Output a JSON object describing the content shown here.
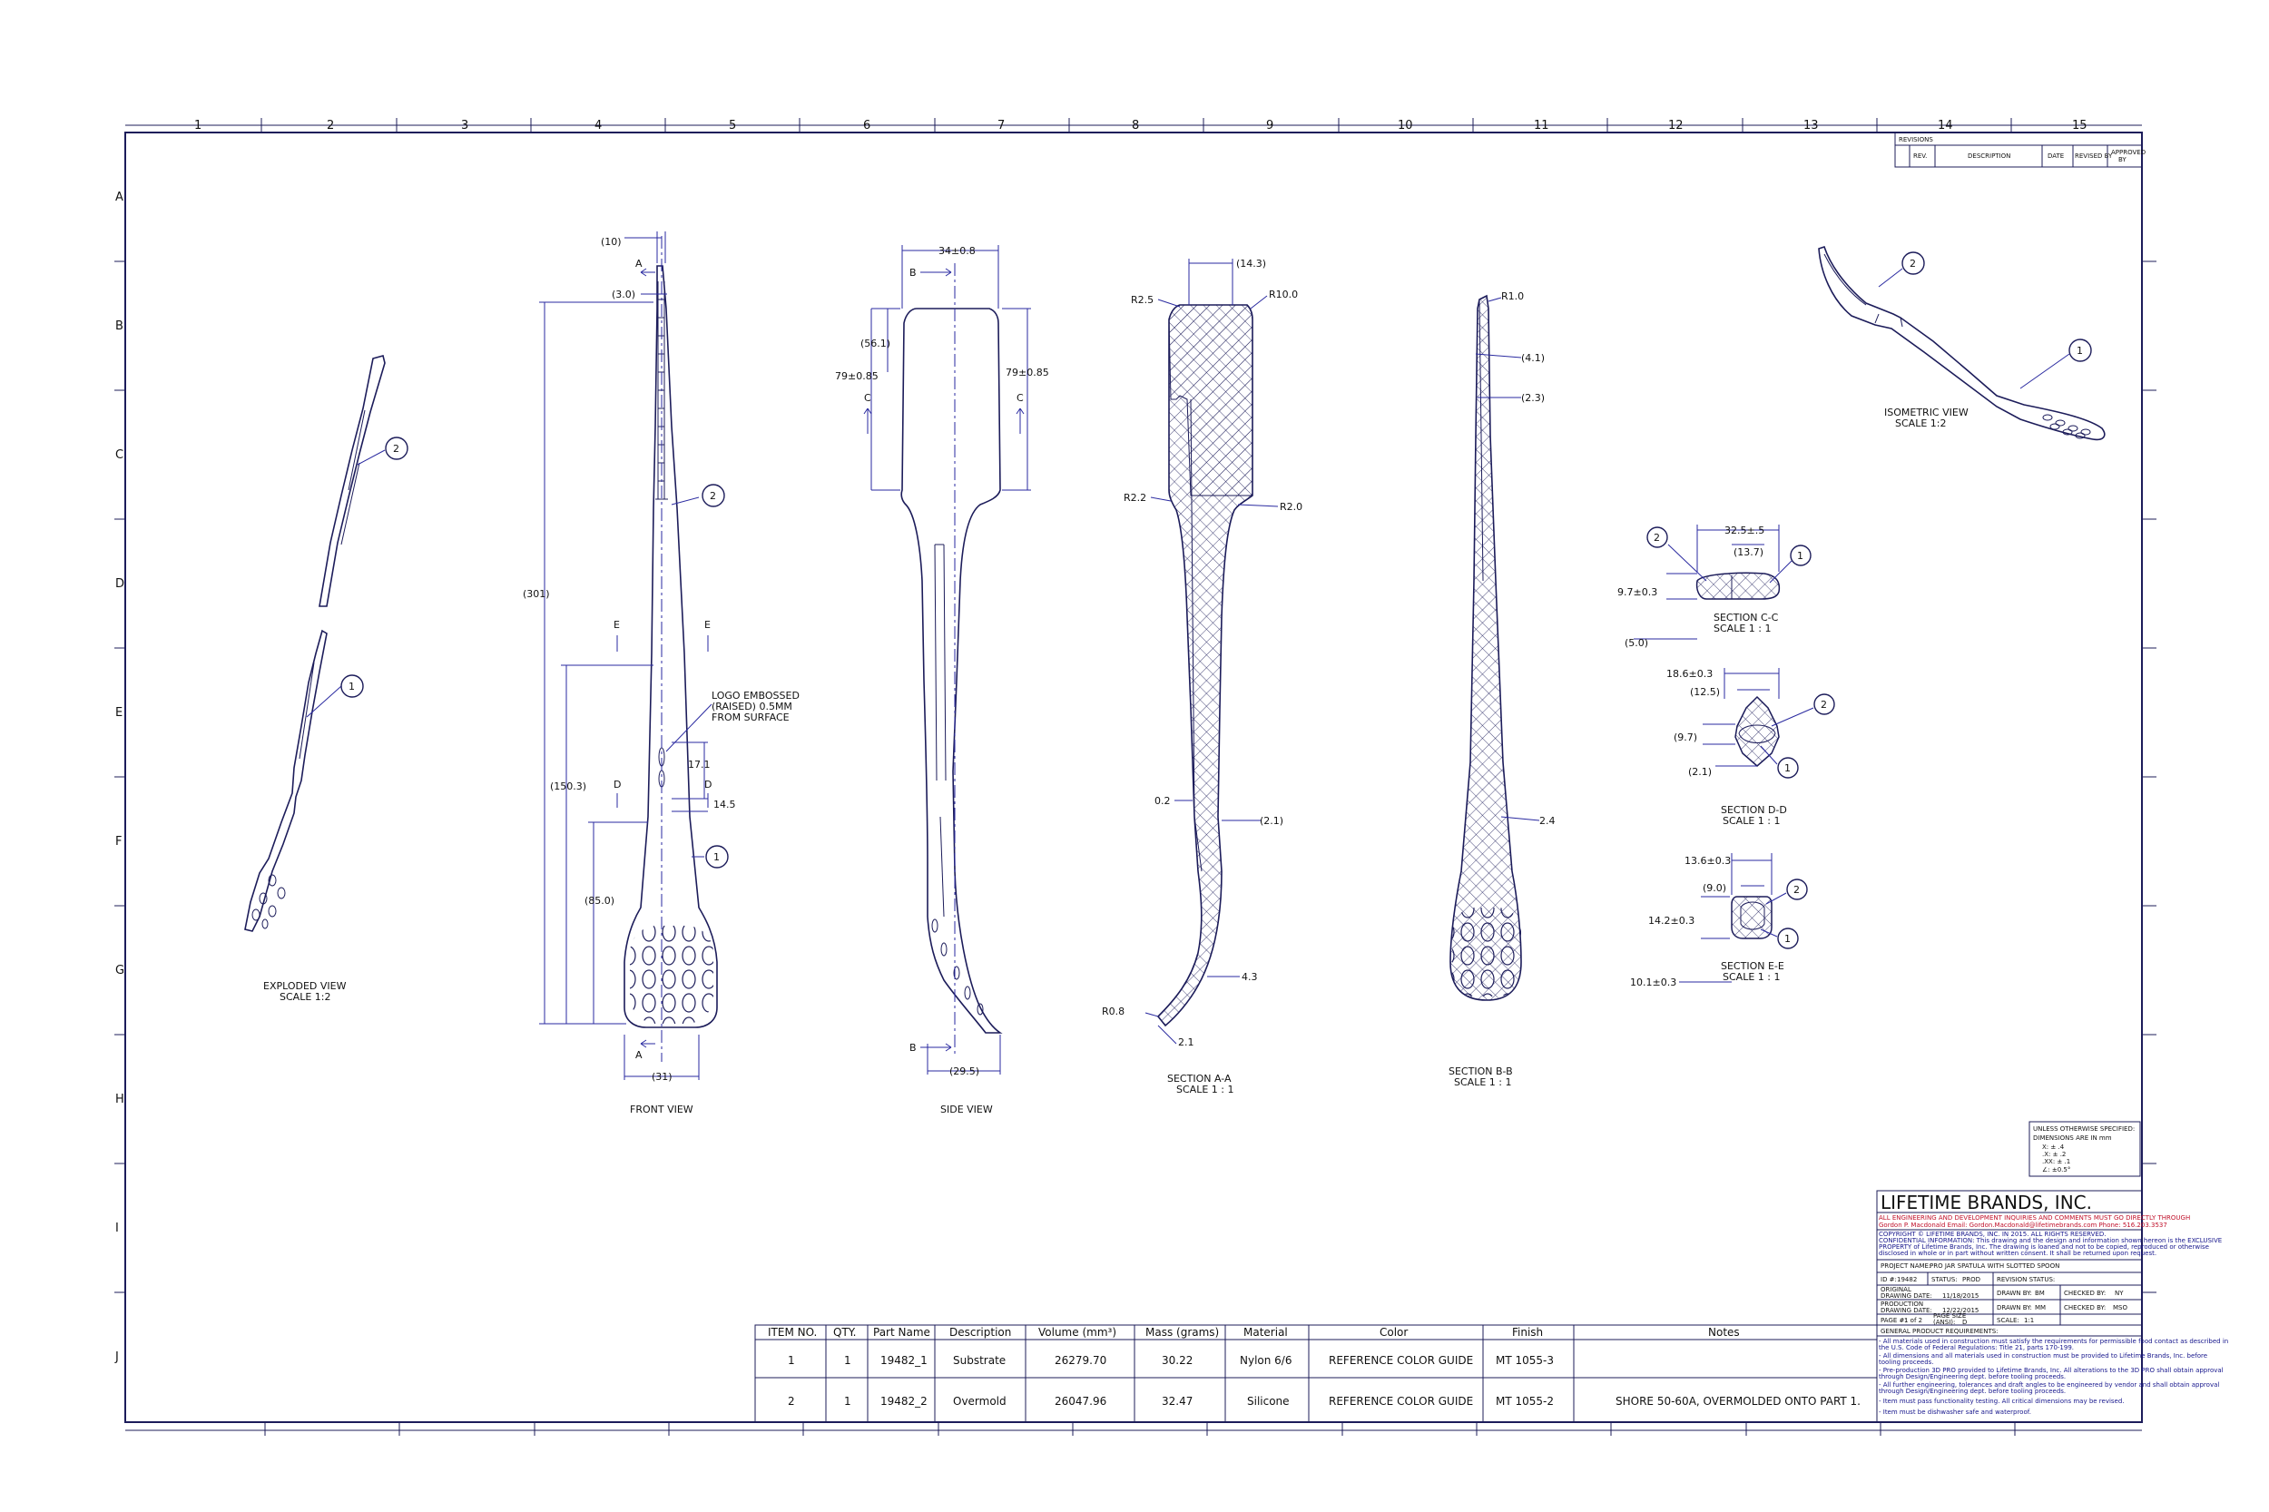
{
  "zones": {
    "cols": [
      "1",
      "2",
      "3",
      "4",
      "5",
      "6",
      "7",
      "8",
      "9",
      "10",
      "11",
      "12",
      "13",
      "14",
      "15"
    ],
    "rows": [
      "A",
      "B",
      "C",
      "D",
      "E",
      "F",
      "G",
      "H",
      "I",
      "J"
    ]
  },
  "views": {
    "exploded": {
      "label": "EXPLODED VIEW",
      "scale": "SCALE 1:2"
    },
    "front": {
      "label": "FRONT VIEW"
    },
    "side": {
      "label": "SIDE VIEW"
    },
    "section_aa": {
      "label": "SECTION A-A",
      "scale": "SCALE 1 : 1"
    },
    "section_bb": {
      "label": "SECTION B-B",
      "scale": "SCALE 1 : 1"
    },
    "section_cc": {
      "label": "SECTION C-C",
      "scale": "SCALE 1 : 1"
    },
    "section_dd": {
      "label": "SECTION D-D",
      "scale": "SCALE 1 : 1"
    },
    "section_ee": {
      "label": "SECTION E-E",
      "scale": "SCALE 1 : 1"
    },
    "isometric": {
      "label": "ISOMETRIC VIEW",
      "scale": "SCALE 1:2"
    }
  },
  "balloons": {
    "one": "1",
    "two": "2"
  },
  "dims": {
    "front": {
      "top10": "(10)",
      "w3": "(3.0)",
      "len301": "(301)",
      "len150": "(150.3)",
      "len85": "(85.0)",
      "w31": "(31)",
      "d17": "17.1",
      "d14": "14.5",
      "logo1": "LOGO EMBOSSED",
      "logo2": "(RAISED) 0.5MM",
      "logo3": "FROM SURFACE"
    },
    "side": {
      "w34": "34±0.8",
      "h56": "(56.1)",
      "h79l": "79±0.85",
      "h79r": "79±0.85",
      "w29": "(29.5)"
    },
    "aa": {
      "t14": "(14.3)",
      "r25": "R2.5",
      "r100": "R10.0",
      "r22": "R2.2",
      "r20": "R2.0",
      "d02": "0.2",
      "d21": "(2.1)",
      "d43": "4.3",
      "r08": "R0.8",
      "d21b": "2.1"
    },
    "bb": {
      "r10": "R1.0",
      "d41": "(4.1)",
      "d23": "(2.3)",
      "d24": "2.4"
    },
    "cc": {
      "w325": "32.5±.5",
      "w137": "(13.7)",
      "h97": "9.7±0.3",
      "h50": "(5.0)"
    },
    "dd": {
      "w186": "18.6±0.3",
      "w125": "(12.5)",
      "h97": "(9.7)",
      "w21": "(2.1)"
    },
    "ee": {
      "w136": "13.6±0.3",
      "w90": "(9.0)",
      "h142": "14.2±0.3",
      "h101": "10.1±0.3"
    }
  },
  "section_letters": {
    "a": "A",
    "b": "B",
    "c": "C",
    "d": "D",
    "e": "E"
  },
  "revisions": {
    "title": "REVISIONS",
    "rev": "REV.",
    "desc": "DESCRIPTION",
    "date": "DATE",
    "revised": "REVISED BY",
    "approved1": "APPROVED",
    "approved2": "BY"
  },
  "tolerance": {
    "l1": "UNLESS OTHERWISE SPECIFIED:",
    "l2": "DIMENSIONS ARE IN mm",
    "l3": "X: ± .4",
    "l4": ".X: ± .2",
    "l5": ".XX: ± .1",
    "l6": "∠: ±0.5°"
  },
  "title_block": {
    "company": "LIFETIME BRANDS, INC.",
    "notice1": "ALL ENGINEERING AND DEVELOPMENT INQUIRIES AND COMMENTS MUST GO DIRECTLY THROUGH",
    "notice2": "Gordon P. Macdonald     Email: Gordon.Macdonald@lifetimebrands.com     Phone: 516.203.3537",
    "conf1": "COPYRIGHT © LIFETIME BRANDS, INC. IN 2015. ALL RIGHTS RESERVED.",
    "conf2": "CONFIDENTIAL INFORMATION: This drawing and the design and information shown hereon is the EXCLUSIVE",
    "conf3": "PROPERTY of Lifetime Brands, Inc. The drawing is loaned and not to be copied, reproduced or otherwise",
    "conf4": "disclosed in whole or in part without written consent. It shall be returned upon request.",
    "project_label": "PROJECT NAME:",
    "project": "PRO JAR SPATULA WITH SLOTTED SPOON",
    "id_label": "ID #:",
    "id": "19482",
    "status_label": "STATUS:",
    "status": "PROD",
    "revstatus_label": "REVISION STATUS:",
    "orig_label1": "ORIGINAL",
    "orig_label2": "DRAWING DATE:",
    "orig_date": "11/18/2015",
    "drawn_label": "DRAWN BY:",
    "drawn": "BM",
    "checked_label": "CHECKED BY:",
    "checked": "NY",
    "prod_label1": "PRODUCTION",
    "prod_label2": "DRAWING DATE:",
    "prod_date": "12/22/2015",
    "drawn2": "MM",
    "checked2": "MSO",
    "page_label": "PAGE #:",
    "page": "1 of 2",
    "pagesize_label1": "PAGE SIZE",
    "pagesize_label2": "(ANSI):",
    "pagesize": "D",
    "scale_label": "SCALE:",
    "scale": "1:1",
    "req_title": "GENERAL PRODUCT REQUIREMENTS:",
    "req1": "- All materials used in construction must satisfy the requirements for permissible food contact as described in",
    "req2": "  the U.S. Code of Federal Regulations: Title 21, parts 170-199.",
    "req3": "- All dimensions and all materials used in construction must be provided to Lifetime Brands, Inc. before",
    "req4": "  tooling proceeds.",
    "req5": "- Pre-production 3D PRO provided to Lifetime Brands, Inc. All alterations to the 3D PRO shall obtain approval",
    "req6": "  through Design/Engineering dept. before tooling proceeds.",
    "req7": "- All further engineering, tolerances and draft angles to be engineered by vendor and shall obtain approval",
    "req8": "  through Design/Engineering dept. before tooling proceeds.",
    "req9": "- Item must pass functionality testing. All critical dimensions may be revised.",
    "req10": "- Item must be dishwasher safe and waterproof."
  },
  "bom": {
    "headers": [
      "ITEM NO.",
      "QTY.",
      "Part Name",
      "Description",
      "Volume (mm³)",
      "Mass (grams)",
      "Material",
      "Color",
      "Finish",
      "Notes"
    ],
    "rows": [
      [
        "1",
        "1",
        "19482_1",
        "Substrate",
        "26279.70",
        "30.22",
        "Nylon 6/6",
        "REFERENCE COLOR GUIDE",
        "MT 1055-3",
        ""
      ],
      [
        "2",
        "1",
        "19482_2",
        "Overmold",
        "26047.96",
        "32.47",
        "Silicone",
        "REFERENCE COLOR GUIDE",
        "MT 1055-2",
        "SHORE 50-60A, OVERMOLDED ONTO PART 1."
      ]
    ]
  }
}
